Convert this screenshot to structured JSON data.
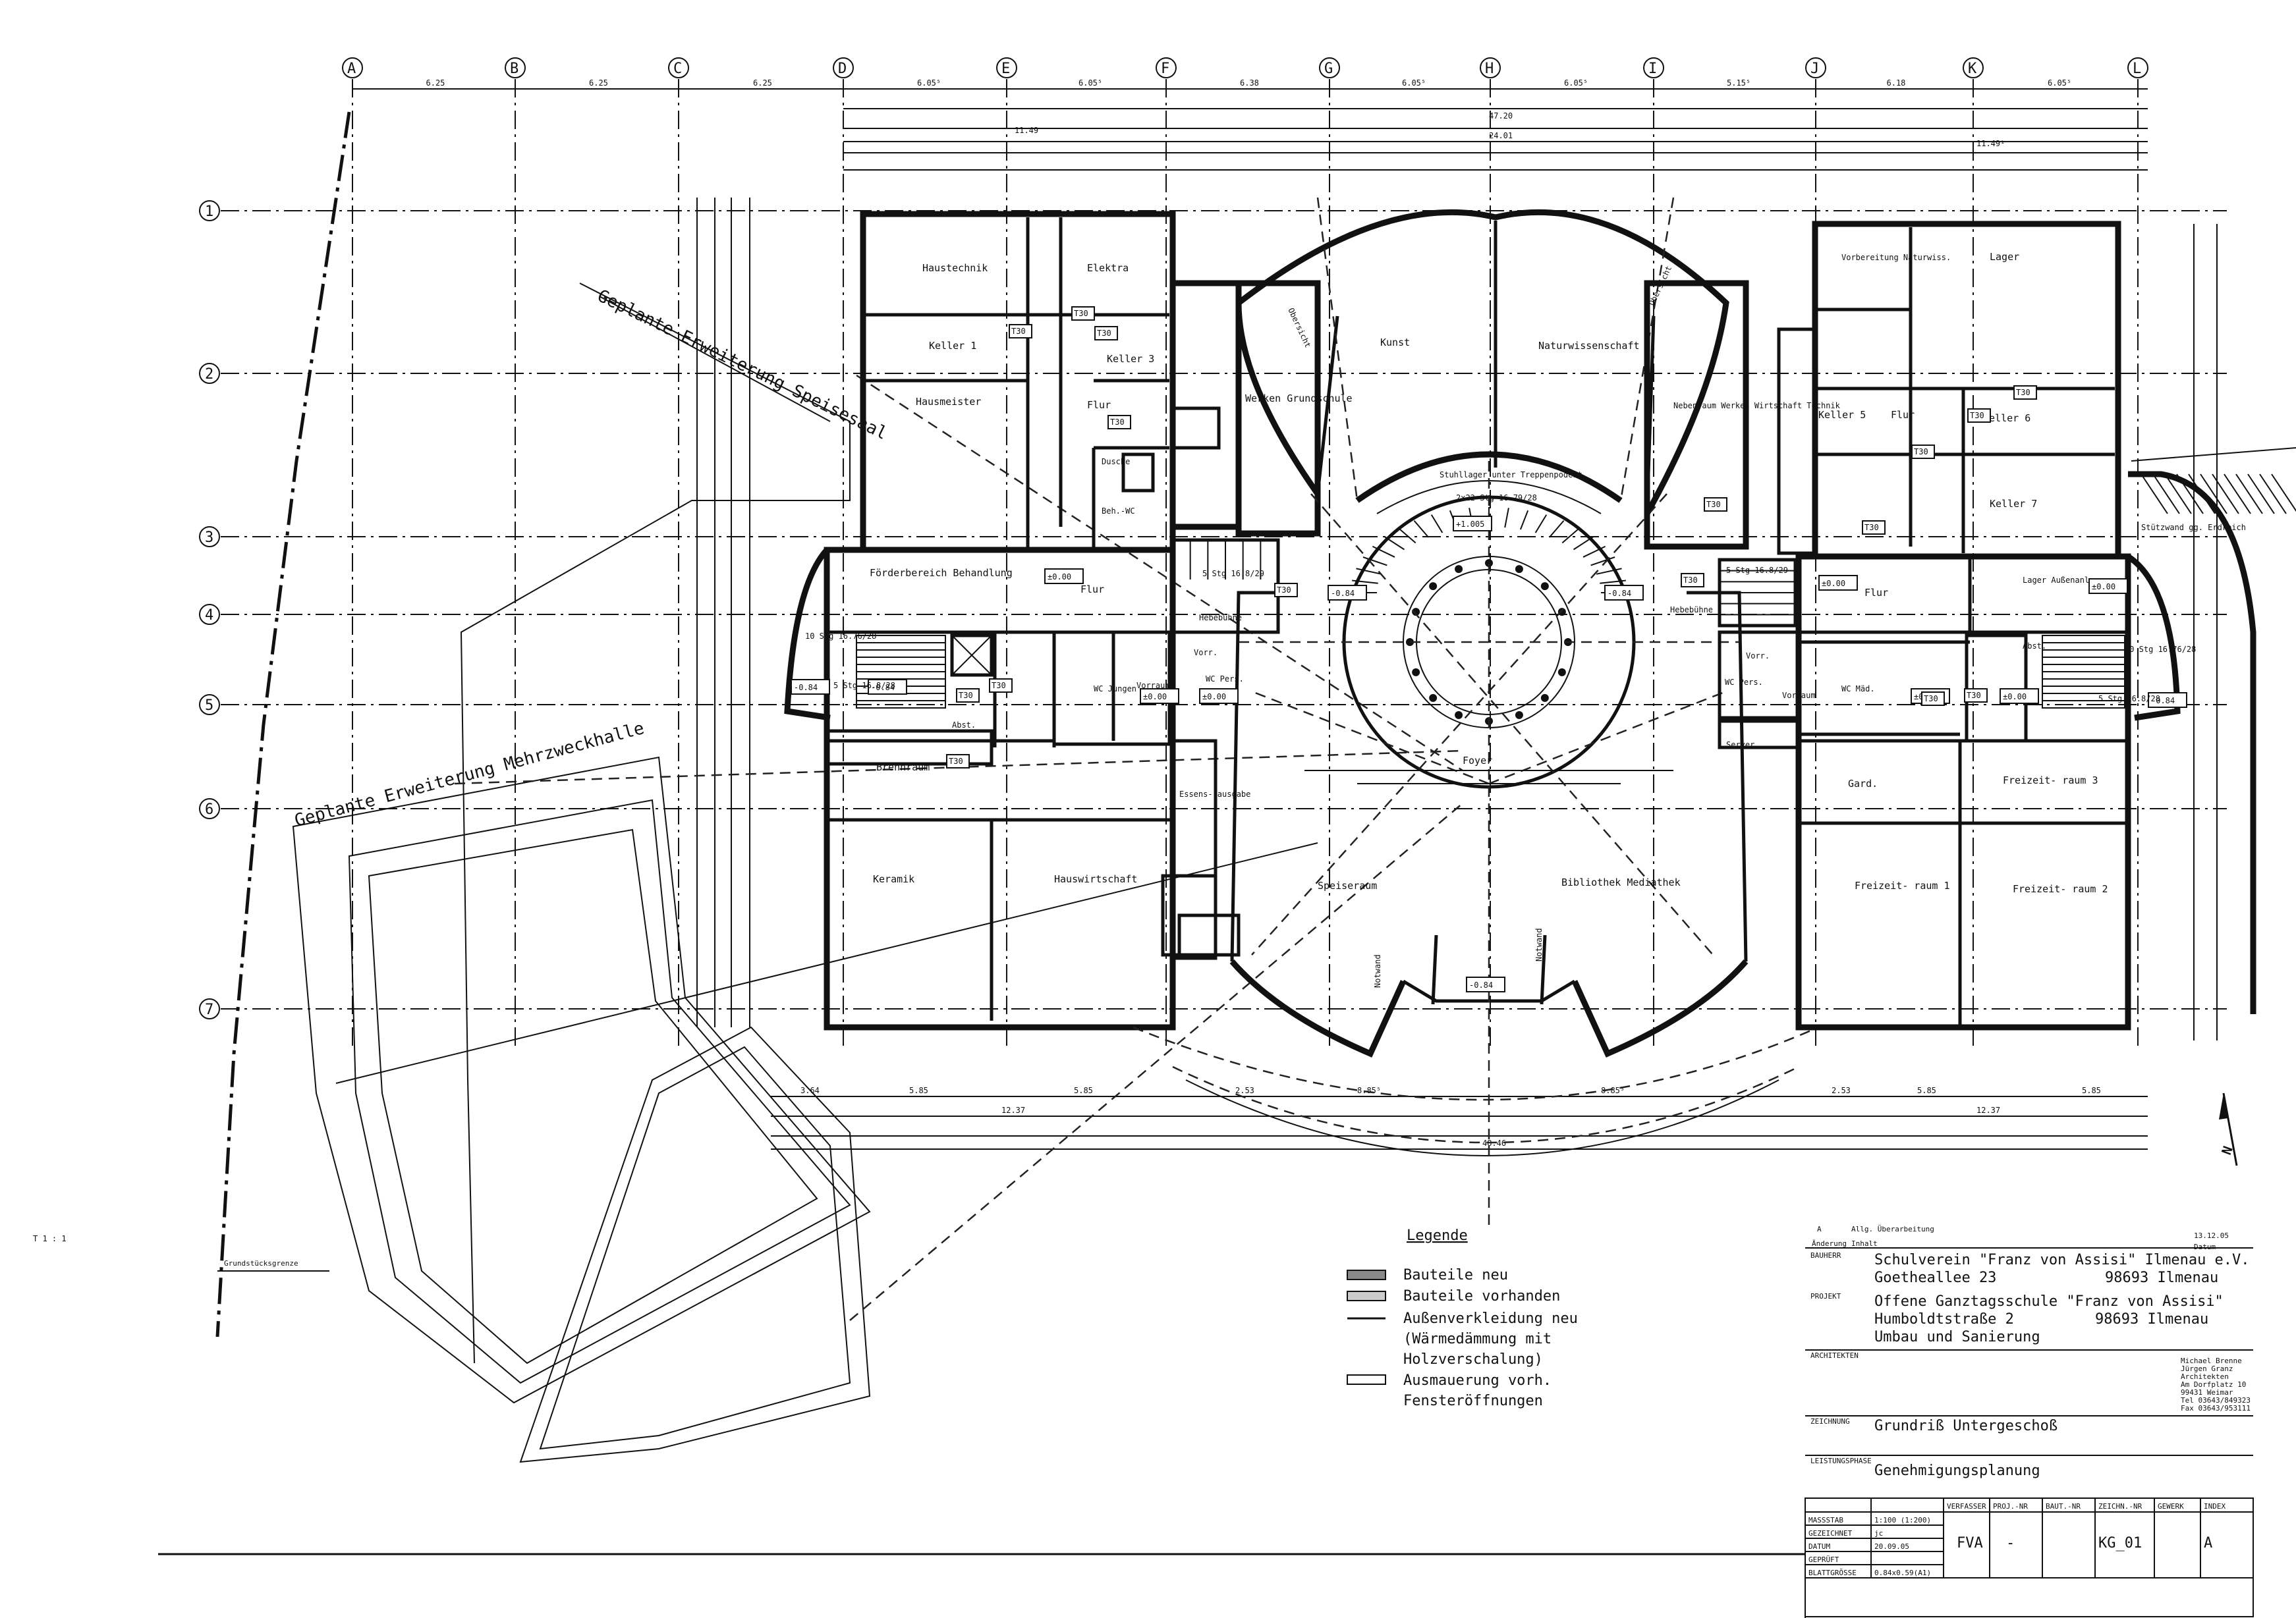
{
  "grid_columns": [
    "A",
    "B",
    "C",
    "D",
    "E",
    "F",
    "G",
    "H",
    "I",
    "J",
    "K",
    "L"
  ],
  "grid_rows": [
    "1",
    "2",
    "3",
    "4",
    "5",
    "6",
    "7"
  ],
  "dimensions": {
    "top_1": [
      "6.25",
      "6.25",
      "6.25",
      "6.05⁵",
      "6.05⁵",
      "6.38",
      "6.05⁵",
      "6.05⁵",
      "5.15⁵",
      "6.18",
      "6.05⁵"
    ],
    "top_total": "47.20",
    "top_sub": [
      "11.49",
      "24.01",
      "11.49¹"
    ],
    "bottom": [
      "3.64",
      "5.85",
      "5.85",
      "2.53",
      "8.85⁵",
      "8.85⁵",
      "2.53",
      "5.85",
      "5.85"
    ],
    "bottom_sub": [
      "12.37",
      "12.37"
    ],
    "bottom_total": "48.46"
  },
  "rooms": {
    "haustechnik": "Haustechnik",
    "elektra": "Elektra",
    "keller1": "Keller 1",
    "keller3": "Keller 3",
    "hausmeister": "Hausmeister",
    "flur_nw": "Flur",
    "dusche": "Dusche",
    "beh_wc": "Beh.-WC",
    "werken": "Werken Grundschule",
    "obersicht_w": "Obersicht",
    "kunst": "Kunst",
    "naturwissenschaft": "Naturwissenschaft",
    "obersicht_e": "Obersicht",
    "nebenraum": "Nebenraum Werken Wirtschaft Technik",
    "vorbereitung": "Vorbereitung Naturwiss.",
    "lager": "Lager",
    "keller5": "Keller 5",
    "flur_ne": "Flur",
    "keller6": "Keller 6",
    "keller7": "Keller 7",
    "stuetzwand": "Stützwand gg. Erdreich",
    "foerderbereich": "Förderbereich Behandlung",
    "flur_w": "Flur",
    "hebebuehne_w": "Hebebühne",
    "stuhllager": "Stuhllager unter Treppenpodest",
    "stair_main": "2x22 Stg 16.79/28",
    "hebebuehne_e": "Hebebühne",
    "lager_aussen": "Lager Außenanlagen",
    "flur_e": "Flur",
    "abst_w": "Abst.",
    "abst_e": "Abst.",
    "wc_jungen": "WC Jungen",
    "vorraum_w": "Vorraum",
    "vorr_w": "Vorr.",
    "wc_pers": "WC Pers.",
    "wc_pers_e": "WC Pers.",
    "vorr_e": "Vorr.",
    "vorraum_e": "Vorraum",
    "wc_maedchen": "WC Mäd.",
    "server": "Server",
    "brennraum": "Brennraum",
    "essensausgabe": "Essens- ausgabe",
    "foyer": "Foyer",
    "gard": "Gard.",
    "freizeit3": "Freizeit- raum 3",
    "keramik": "Keramik",
    "hauswirtschaft": "Hauswirtschaft",
    "speiseraum": "Speiseraum",
    "bibliothek": "Bibliothek Mediathek",
    "notwand": "Notwand",
    "freizeit1": "Freizeit- raum 1",
    "freizeit2": "Freizeit- raum 2"
  },
  "level_marks": [
    "±0.00",
    "-0.84",
    "-0.84",
    "±0.00",
    "±0.00",
    "-0.84",
    "-0.84",
    "±0.00",
    "-0.84",
    "±0.00",
    "±0.00",
    "±0.00",
    "-0.84",
    "+1.005"
  ],
  "stair_labels": [
    "10 Stg 16.76/28",
    "5 Stg 16.8/28",
    "5 Stg 16.8/29",
    "5 Stg 16.8/29",
    "10 Stg 16.76/28",
    "5 Stg 16.8/28"
  ],
  "door_tags": [
    "T30",
    "T30",
    "T30",
    "T30",
    "T30",
    "T30",
    "T30",
    "T30",
    "T30",
    "T30",
    "T30",
    "T30",
    "T30",
    "T30",
    "T30",
    "T30"
  ],
  "planned": {
    "speisesaal": "Geplante Erweiterung Speisesaal",
    "mehrzweckhalle": "Geplante Erweiterung Mehrzweckhalle",
    "grenze": "Grundstücksgrenze"
  },
  "legend": {
    "title": "Legende",
    "items": [
      "Bauteile neu",
      "Bauteile vorhanden",
      "Außenverkleidung neu",
      "(Wärmedämmung mit",
      "Holzverschalung)",
      "Ausmauerung vorh.",
      "Fensteröffnungen"
    ]
  },
  "title_block": {
    "rev_letter": "A",
    "rev_text": "Allg. Überarbeitung",
    "rev_date": "13.12.05",
    "rev_head": "Änderung",
    "rev_head2": "Inhalt",
    "rev_head3": "Datum",
    "bauherr_label": "BAUHERR",
    "bauherr_l1": "Schulverein \"Franz von Assisi\" Ilmenau e.V.",
    "bauherr_l2": "Goetheallee 23",
    "bauherr_l2b": "98693 Ilmenau",
    "projekt_label": "PROJEKT",
    "projekt_l1": "Offene Ganztagsschule \"Franz von Assisi\"",
    "projekt_l2": "Humboldtstraße 2",
    "projekt_l2b": "98693 Ilmenau",
    "projekt_l3": "Umbau und Sanierung",
    "architekt_label": "ARCHITEKTEN",
    "architekt": [
      "Michael Brenne",
      "Jürgen Granz",
      "Architekten",
      "Am Dorfplatz 10",
      "99431 Weimar",
      "Tel 03643/849323",
      "Fax 03643/953111"
    ],
    "zeichnung_label": "ZEICHNUNG",
    "zeichnung": "Grundriß Untergeschoß",
    "leistung_label": "LEISTUNGSPHASE",
    "leistung": "Genehmigungsplanung",
    "meta_labels": [
      "MASSSTAB",
      "GEZEICHNET",
      "DATUM",
      "GEPRÜFT",
      "BLATTGRÖSSE"
    ],
    "meta_values": [
      "1:100 (1:200)",
      "jc",
      "20.09.05",
      "",
      "0.84x0.59(A1)"
    ],
    "col_heads": [
      "VERFASSER",
      "PROJ.-NR",
      "BAUT.-NR",
      "ZEICHN.-NR",
      "GEWERK",
      "INDEX"
    ],
    "col_values": [
      "FVA",
      "-",
      "KG_01",
      "A"
    ]
  },
  "margin_note": "T 1 : 1"
}
